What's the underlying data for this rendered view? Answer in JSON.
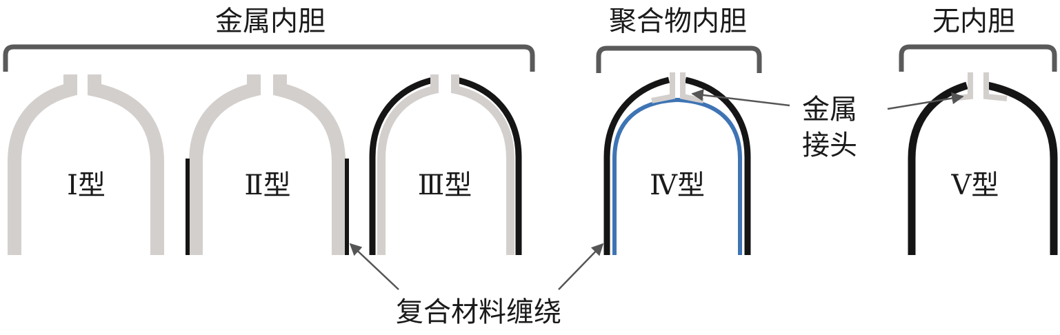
{
  "categories": {
    "metal_liner": "金属内胆",
    "polymer_liner": "聚合物内胆",
    "no_liner": "无内胆"
  },
  "types": {
    "type1": "Ⅰ型",
    "type2": "Ⅱ型",
    "type3": "Ⅲ型",
    "type4": "Ⅳ型",
    "type5": "Ⅴ型"
  },
  "callouts": {
    "metal_boss_line1": "金属",
    "metal_boss_line2": "接头",
    "composite_wrap": "复合材料缠绕"
  },
  "colors": {
    "metal": "#d3cfcd",
    "composite": "#151515",
    "polymer": "#3e74b4",
    "bracket": "#5a5a5a",
    "arrow": "#555555"
  }
}
